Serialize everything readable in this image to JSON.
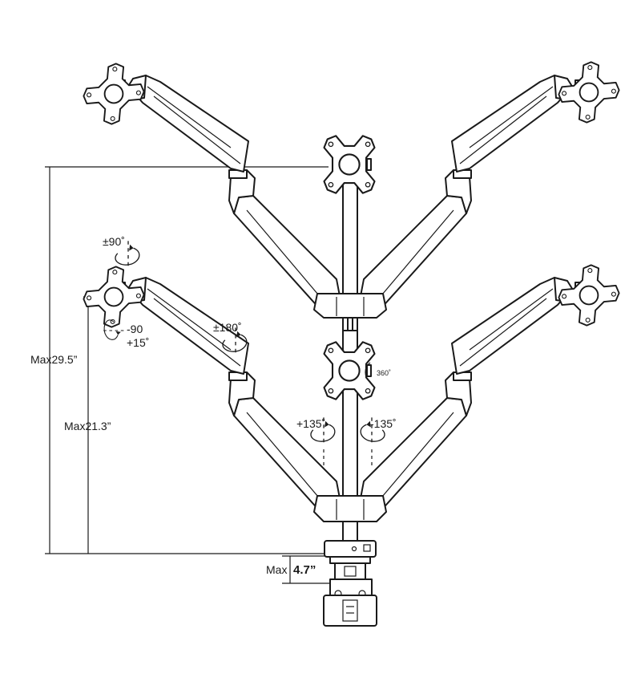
{
  "labels": {
    "max_height_total": "Max29.5”",
    "max_height_lower": "Max21.3”",
    "clamp_prefix": "Max",
    "clamp_value": "4.7”",
    "vesa_rotation": "360˚",
    "tilt_range": "±90˚",
    "tilt_down": "-90",
    "tilt_up": "+15˚",
    "arm_swivel": "±180˚",
    "base_swivel_left": "+135˚",
    "base_swivel_right": "-135˚"
  },
  "icons": [
    "vesa-mount-icon",
    "rotation-arrow-icon"
  ],
  "colors": {
    "line": "#1a1a1a",
    "background": "#ffffff"
  }
}
